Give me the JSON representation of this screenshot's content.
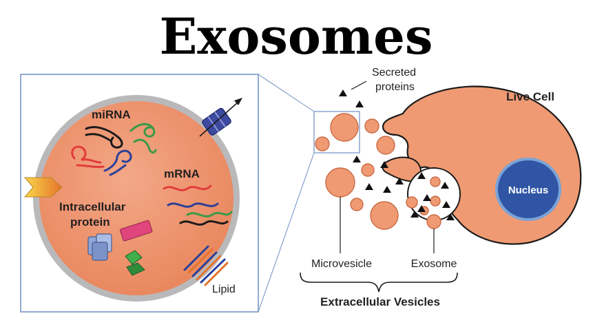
{
  "title": "Exosomes",
  "labels": {
    "mirna": "miRNA",
    "mrna": "mRNA",
    "intracellular_line1": "Intracellular",
    "intracellular_line2": "protein",
    "lipid": "Lipid",
    "secreted_line1": "Secreted",
    "secreted_line2": "proteins",
    "live_cell": "Live Cell",
    "nucleus": "Nucleus",
    "microvesicle": "Microvesicle",
    "exosome": "Exosome",
    "extracellular_vesicles": "Extracellular Vesicles"
  },
  "colors": {
    "vesicle_fill": "#ef9a73",
    "vesicle_stroke": "#c96a45",
    "membrane": "#b9b9bb",
    "nucleus_fill": "#2f55a4",
    "nucleus_ring": "#7aa3d8",
    "frame": "#6d8fc2",
    "rna_red": "#e23b3b",
    "rna_green": "#3a9a48",
    "rna_blue": "#2b3f98",
    "rna_black": "#1a1a1a",
    "protein_pink": "#e0457b",
    "protein_green": "#2f8a3a",
    "protein_blue": "#8ea6d8",
    "channel_blue": "#3e4aa0",
    "signal_yellow": "#f7c531"
  }
}
